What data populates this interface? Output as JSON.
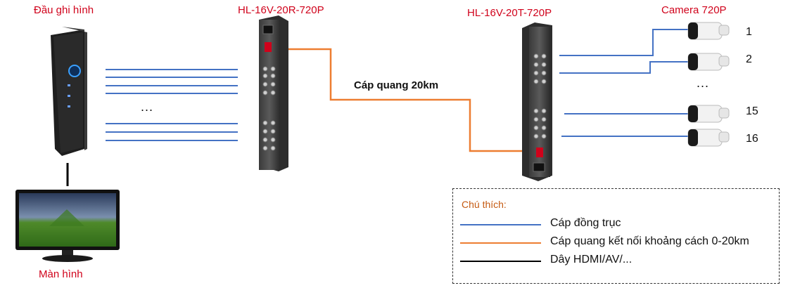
{
  "labels": {
    "recorder": "Đầu ghi hình",
    "receiver": "HL-16V-20R-720P",
    "transmitter": "HL-16V-20T-720P",
    "camera": "Camera 720P",
    "monitor": "Màn hình",
    "fiber": "Cáp quang 20km",
    "dots_left": "...",
    "dots_right": "..."
  },
  "camera_numbers": [
    "1",
    "2",
    "15",
    "16"
  ],
  "legend": {
    "title": "Chú thích:",
    "items": [
      {
        "label": "Cáp đồng trục",
        "color": "#4472c4"
      },
      {
        "label": "Cáp quang kết nối khoảng cách 0-20km",
        "color": "#ed7d31"
      },
      {
        "label": "Dây HDMI/AV/...",
        "color": "#000000"
      }
    ]
  },
  "colors": {
    "coax": "#4472c4",
    "fiber": "#ed7d31",
    "hdmi": "#000000",
    "label_red": "#d0021b",
    "legend_title": "#c55a11"
  }
}
